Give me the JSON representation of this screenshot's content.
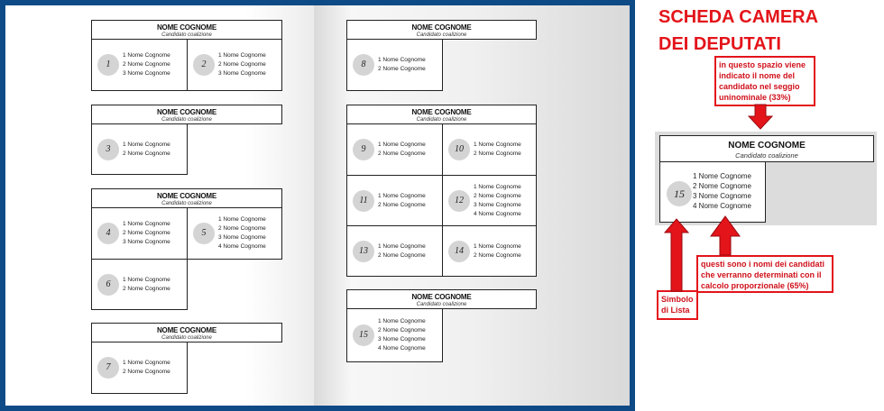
{
  "ballot": {
    "header_name": "NOME COGNOME",
    "header_sub": "Candidato coalizione",
    "n1": "1 Nome Cognome",
    "n2": "2 Nome Cognome",
    "n3": "3 Nome Cognome",
    "n4": "4 Nome Cognome"
  },
  "lists": {
    "l1": "1",
    "l2": "2",
    "l3": "3",
    "l4": "4",
    "l5": "5",
    "l6": "6",
    "l7": "7",
    "l8": "8",
    "l9": "9",
    "l10": "10",
    "l11": "11",
    "l12": "12",
    "l13": "13",
    "l14": "14",
    "l15": "15"
  },
  "legend": {
    "title_line1": "SCHEDA CAMERA",
    "title_line2": "DEI DEPUTATI",
    "note_top": "in questo spazio viene indicato il nome del candidato nel seggio uninominale (33%)",
    "note_right": "questi sono i nomi dei candidati che verranno determinati con il calcolo proporzionale (65%)",
    "note_left": "Simbolo di Lista",
    "accent_color": "#e3141a",
    "frame_color": "#0e4a86"
  }
}
